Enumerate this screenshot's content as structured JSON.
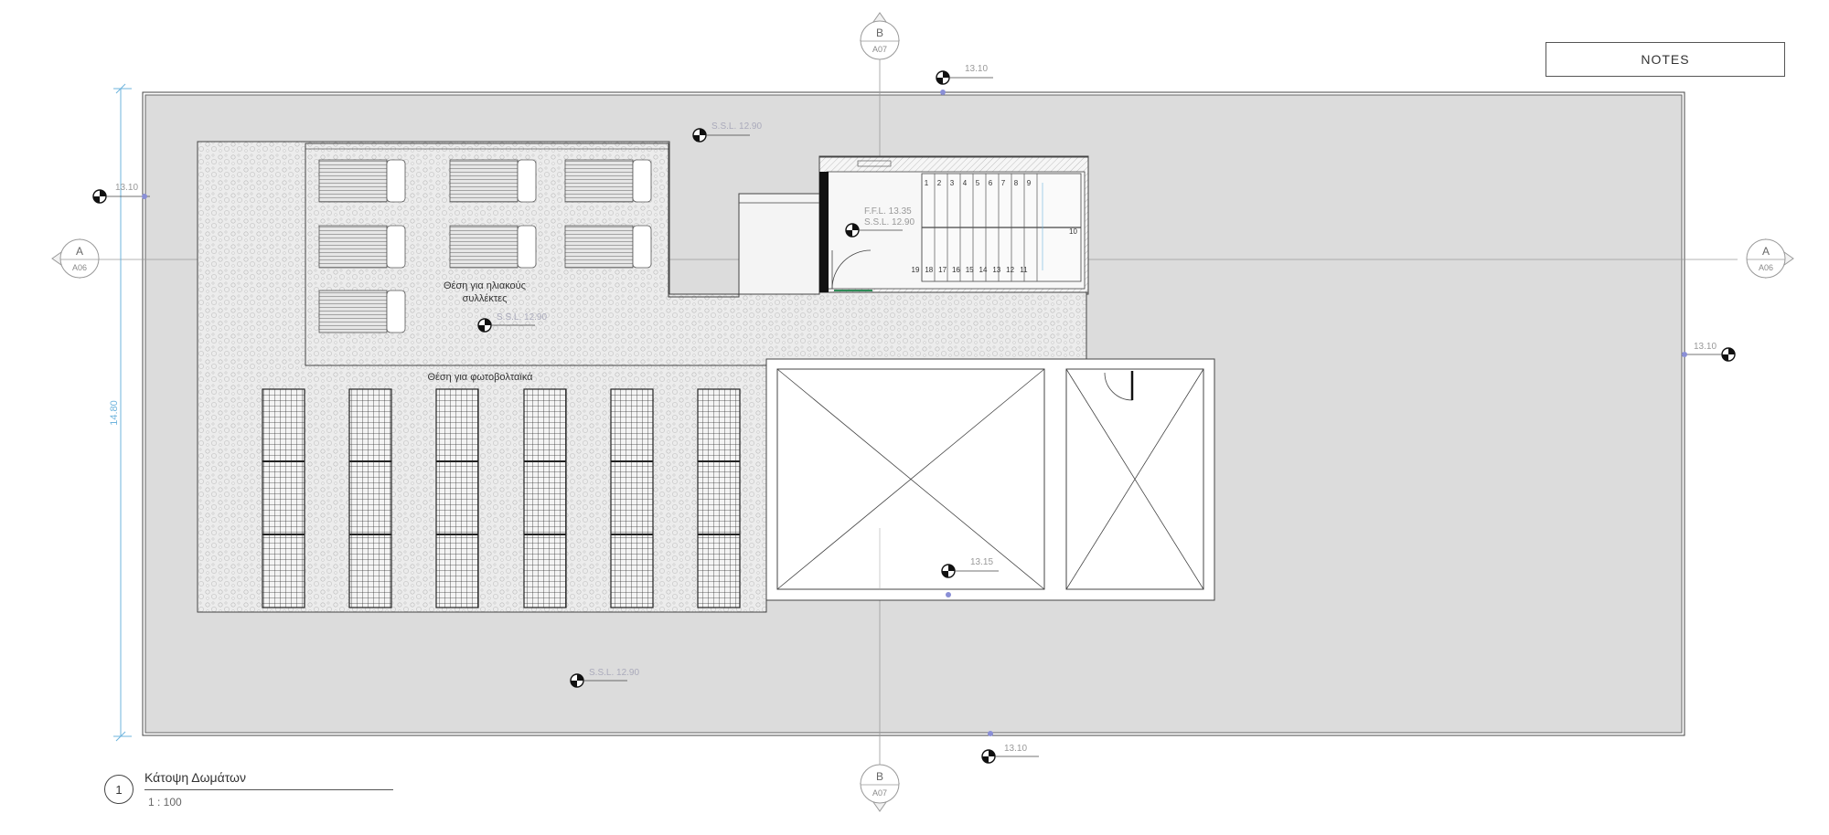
{
  "notes_label": "NOTES",
  "drawing": {
    "number": "1",
    "title": "Κάτοψη Δωμάτων",
    "scale": "1 : 100"
  },
  "dimension_height": "14.80",
  "section_markers": [
    {
      "id": "section-a-left",
      "letter": "A",
      "sheet": "A06"
    },
    {
      "id": "section-a-right",
      "letter": "A",
      "sheet": "A06"
    },
    {
      "id": "section-b-top",
      "letter": "B",
      "sheet": "A07"
    },
    {
      "id": "section-b-bottom",
      "letter": "B",
      "sheet": "A07"
    }
  ],
  "elevations": [
    {
      "id": "elev-top",
      "label": "13.10"
    },
    {
      "id": "elev-left",
      "label": "13.10"
    },
    {
      "id": "elev-right",
      "label": "13.10"
    },
    {
      "id": "elev-bottom",
      "label": "13.10"
    },
    {
      "id": "elev-sll-top",
      "label": "S.S.L. 12.90"
    },
    {
      "id": "elev-ffl-stair",
      "label": "F.F.L. 13.35"
    },
    {
      "id": "elev-sll-stair",
      "label": "S.S.L. 12.90"
    },
    {
      "id": "elev-sll-collectors",
      "label": "S.S.L. 12.90"
    },
    {
      "id": "elev-roof-mid",
      "label": "13.15"
    },
    {
      "id": "elev-sll-bottom",
      "label": "S.S.L. 12.90"
    }
  ],
  "zone_labels": {
    "collectors_line1": "Θέση για ηλιακούς",
    "collectors_line2": "συλλέκτες",
    "photovoltaics": "Θέση για φωτοβολταϊκά"
  },
  "stair_numbers_top": [
    "1",
    "2",
    "3",
    "4",
    "5",
    "6",
    "7",
    "8",
    "9"
  ],
  "stair_numbers_bottom": [
    "19",
    "18",
    "17",
    "16",
    "15",
    "14",
    "13",
    "12",
    "11"
  ],
  "stair_number_side": "10",
  "colors": {
    "roof": "#dcdcdc",
    "line": "#444444",
    "dimension": "#6fb4dd",
    "marker": "#8a8fd6"
  }
}
